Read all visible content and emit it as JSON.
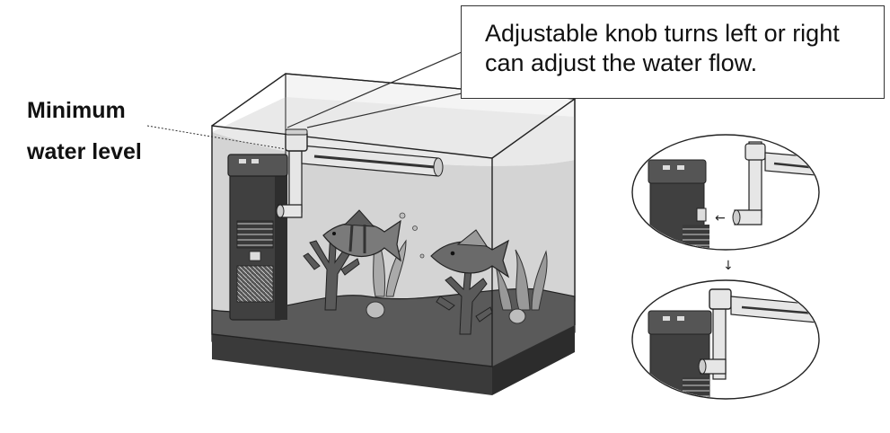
{
  "callout": {
    "line1": "Adjustable knob turns left or right",
    "line2": "can adjust the water flow."
  },
  "min_level": {
    "line1": "Minimum",
    "line2": "water level"
  },
  "colors": {
    "water": "#d4d4d4",
    "floor": "#5a5a5a",
    "outline": "#222222",
    "pump_body": "#404040",
    "pipe": "#e6e6e6"
  },
  "icons": {
    "left_arrow": "left-arrow-icon",
    "down_arrow": "down-arrow-icon"
  }
}
